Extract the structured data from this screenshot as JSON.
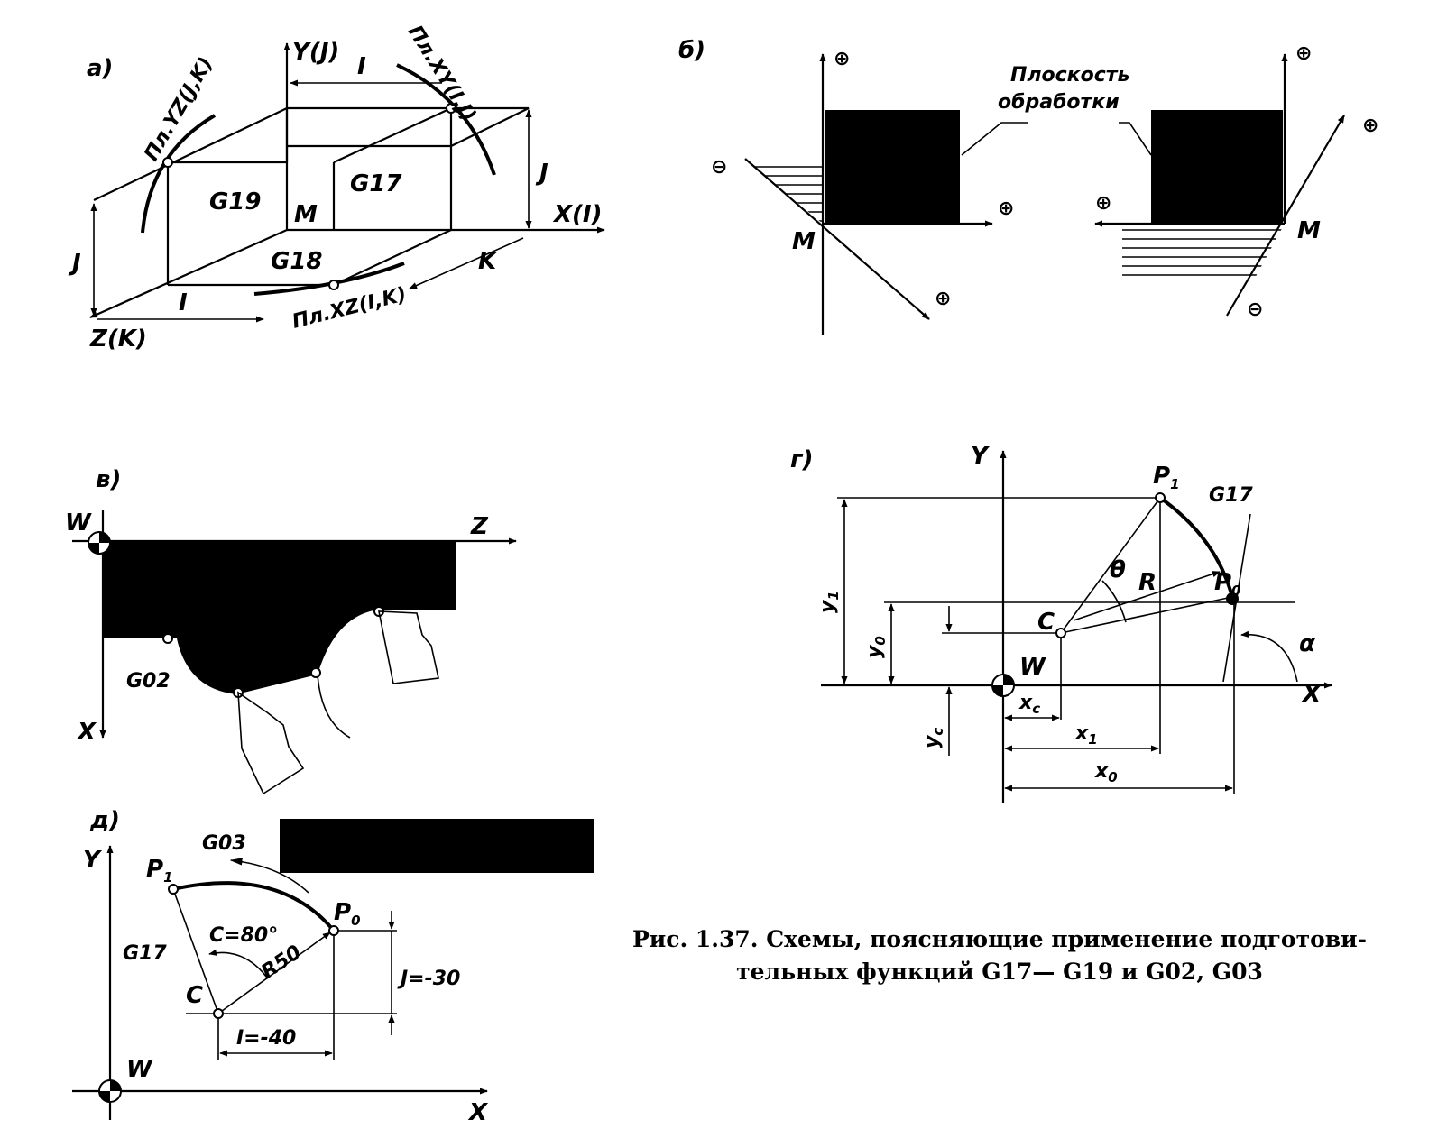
{
  "caption": {
    "line1": "Рис. 1.37. Схемы, поясняющие применение подготови-",
    "line2": "тельных функций G17— G19 и G02, G03"
  },
  "panel_a": {
    "label": "а)",
    "axis_y": "Y(J)",
    "axis_x": "X(I)",
    "axis_z": "Z(K)",
    "plane_yz": "Пл.YZ(J,K)",
    "plane_xy": "Пл.XY(I,J)",
    "plane_xz": "Пл.XZ(I,K)",
    "g17": "G17",
    "g18": "G18",
    "g19": "G19",
    "m": "M",
    "i_top": "I",
    "i_bottom": "I",
    "j_right": "J",
    "j_left": "J",
    "k": "K"
  },
  "panel_b": {
    "label": "б)",
    "plane_label_1": "Плоскость",
    "plane_label_2": "обработки",
    "plus": "⊕",
    "minus": "⊖",
    "m_left": "M",
    "m_right": "M"
  },
  "panel_v": {
    "label": "в)",
    "w": "W",
    "z": "Z",
    "x": "X",
    "g02": "G02"
  },
  "panel_g": {
    "label": "г)",
    "y": "Y",
    "p1": "P",
    "p1_sub": "1",
    "p0": "P",
    "p0_sub": "0",
    "g17": "G17",
    "theta": "θ",
    "r": "R",
    "c": "C",
    "w": "W",
    "x": "X",
    "alpha": "α",
    "xc": "x",
    "xc_sub": "c",
    "x1": "x",
    "x1_sub": "1",
    "x0": "x",
    "x0_sub": "0",
    "y1": "y",
    "y1_sub": "1",
    "y0": "y",
    "y0_sub": "0",
    "yc": "y",
    "yc_sub": "c"
  },
  "panel_d": {
    "label": "д)",
    "y": "Y",
    "x": "X",
    "w": "W",
    "p1": "P",
    "p1_sub": "1",
    "p0": "P",
    "p0_sub": "0",
    "g03": "G03",
    "g17": "G17",
    "c_angle": "C=80°",
    "r50": "R50",
    "c": "C",
    "j_val": "J=-30",
    "i_val": "I=-40"
  }
}
